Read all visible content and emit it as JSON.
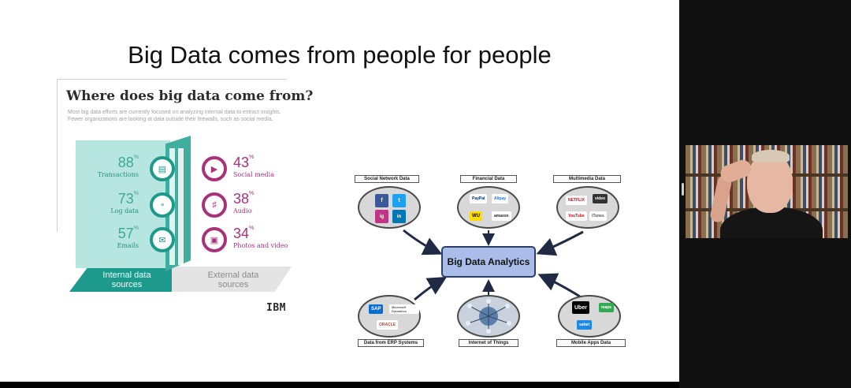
{
  "slide": {
    "title": "Big Data comes from people for people"
  },
  "infographic": {
    "title": "Where does big data come from?",
    "subtitle": "Most big data efforts are currently focused on analyzing internal data to extract insights. Fewer organizations are looking at data outside their firewalls, such as social media.",
    "internal": {
      "label": "Internal data sources",
      "stats": [
        {
          "pct": "88",
          "label": "Transactions",
          "icon": "document-icon"
        },
        {
          "pct": "73",
          "label": "Log data",
          "icon": "binary-icon"
        },
        {
          "pct": "57",
          "label": "Emails",
          "icon": "envelope-icon"
        }
      ]
    },
    "external": {
      "label": "External data sources",
      "stats": [
        {
          "pct": "43",
          "label": "Social media",
          "icon": "chat-icon"
        },
        {
          "pct": "38",
          "label": "Audio",
          "icon": "speaker-icon"
        },
        {
          "pct": "34",
          "label": "Photos and video",
          "icon": "photo-icon"
        }
      ]
    },
    "pct_symbol": "%",
    "brand": "IBM",
    "colors": {
      "internal": "#1f9a8a",
      "external": "#a8327a"
    }
  },
  "diagram": {
    "center": "Big Data Analytics",
    "sources": {
      "social": {
        "label": "Social Network Data",
        "logos": [
          "f",
          "t",
          "ig",
          "in"
        ]
      },
      "financial": {
        "label": "Financial Data",
        "logos": [
          "PayPal",
          "Alipay",
          "WU",
          "amazon"
        ]
      },
      "multimedia": {
        "label": "Multimedia Data",
        "logos": [
          "NETFLIX",
          "video",
          "YouTube",
          "iTunes"
        ]
      },
      "erp": {
        "label": "Data from ERP Systems",
        "logos": [
          "SAP",
          "Microsoft Dynamics",
          "ORACLE"
        ]
      },
      "iot": {
        "label": "Internet of Things"
      },
      "mobile": {
        "label": "Mobile Apps Data",
        "logos": [
          "Uber",
          "maps",
          "safari"
        ]
      }
    }
  }
}
